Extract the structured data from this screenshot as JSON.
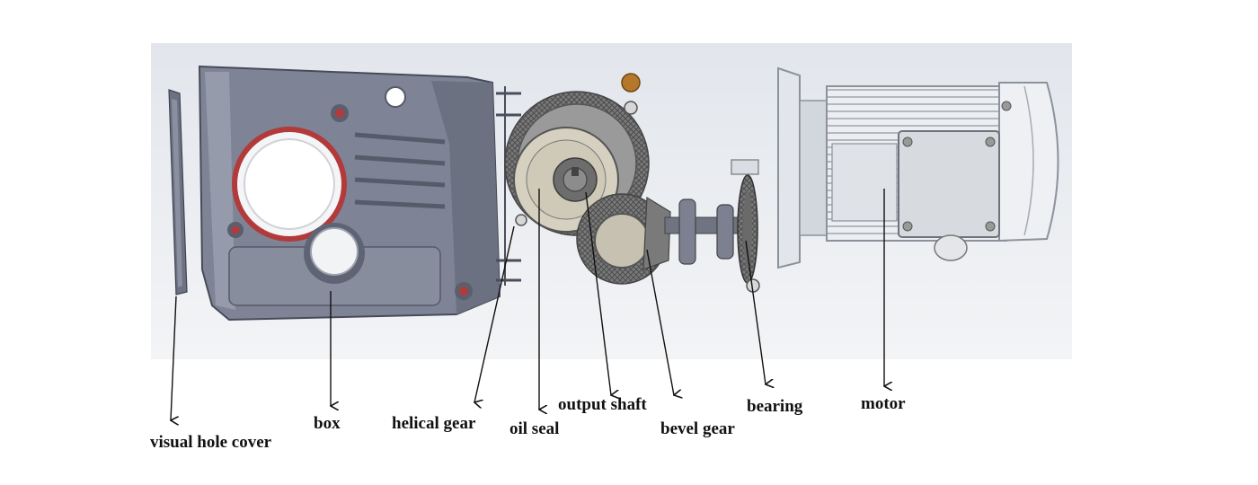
{
  "labels": {
    "visual_hole_cover": "visual hole cover",
    "box": "box",
    "helical_gear": "helical gear",
    "oil_seal": "oil seal",
    "output_shaft": "output shaft",
    "bevel_gear": "bevel gear",
    "bearing": "bearing",
    "motor": "motor"
  },
  "colors": {
    "background": "#ffffff",
    "panel": "#e4e8ee",
    "housing": "#7e8496",
    "housing_dark": "#5b6070",
    "housing_light": "#a9aebb",
    "red_seal": "#b23a3a",
    "gear_metal": "#8c8c8c",
    "gear_face": "#c9c4b4",
    "motor_body": "#e9ebef",
    "motor_edge": "#9aa0aa",
    "arrow": "#111111",
    "brass": "#b5782a"
  }
}
